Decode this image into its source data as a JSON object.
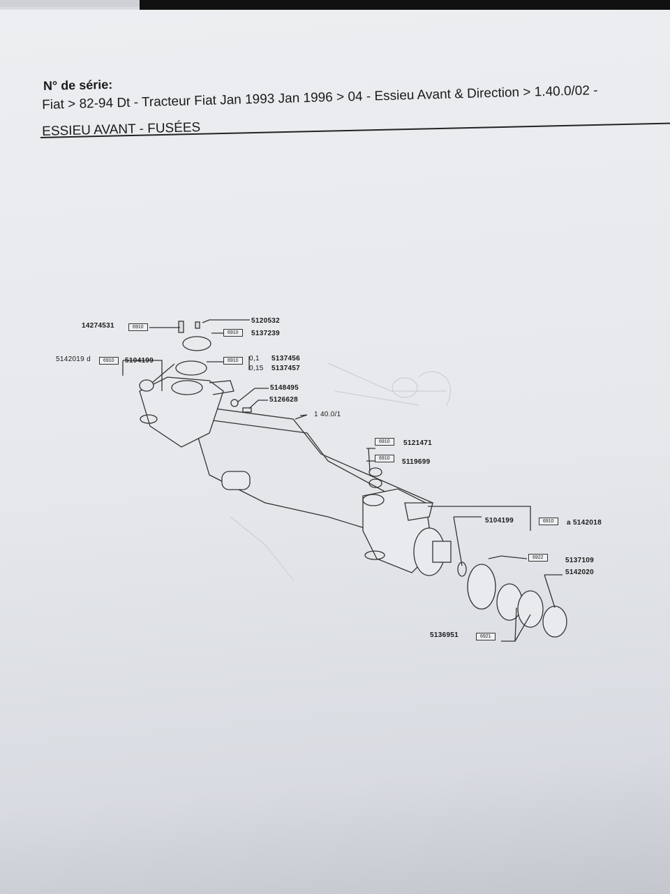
{
  "header": {
    "serial_label": "N° de série:",
    "breadcrumb": "Fiat > 82-94 Dt - Tracteur Fiat Jan 1993 Jan 1996 > 04 - Essieu Avant & Direction > 1.40.0/02 -",
    "section_title": "ESSIEU AVANT - FUSÉES"
  },
  "diagram": {
    "parts": {
      "p14274531": "14274531",
      "p5120532": "5120532",
      "p5137239": "5137239",
      "p5142019": "5142019 d",
      "p5104199a": "5104199",
      "p01": "0,1",
      "p5137456": "5137456",
      "p015": "0,15",
      "p5137457": "5137457",
      "p5148495": "5148495",
      "p5126628": "5126628",
      "ref": "1 40.0/1",
      "p5121471": "5121471",
      "p5119699": "5119699",
      "p5104199b": "5104199",
      "p5142018": "a 5142018",
      "p5137109": "5137109",
      "p5142020": "5142020",
      "p5136951": "5136951"
    },
    "codes": {
      "c6910": "6910",
      "c6922": "6922",
      "c6921": "6921"
    }
  }
}
